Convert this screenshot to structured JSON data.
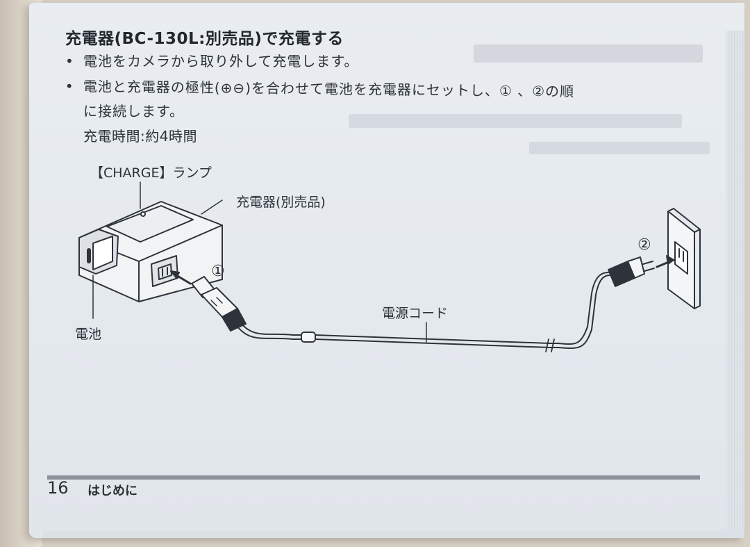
{
  "title": "充電器(BC-130L:別売品)で充電する",
  "bullets": [
    {
      "marker": "•",
      "text": "電池をカメラから取り外して充電します。"
    },
    {
      "marker": "•",
      "text": "電池と充電器の極性(⊕⊖)を合わせて電池を充電器にセットし、① 、②の順"
    }
  ],
  "bullet2_cont": "に接続します。",
  "charge_time": "充電時間:約4時間",
  "labels": {
    "charge_lamp": "【CHARGE】ランプ",
    "charger": "充電器(別売品)",
    "battery": "電池",
    "power_cord": "電源コード",
    "step1": "①",
    "step2": "②"
  },
  "footer": {
    "page_number": "16",
    "section": "はじめに"
  },
  "colors": {
    "paper": "#e6eaee",
    "ink": "#2b2f36",
    "rule": "#8c929a"
  }
}
